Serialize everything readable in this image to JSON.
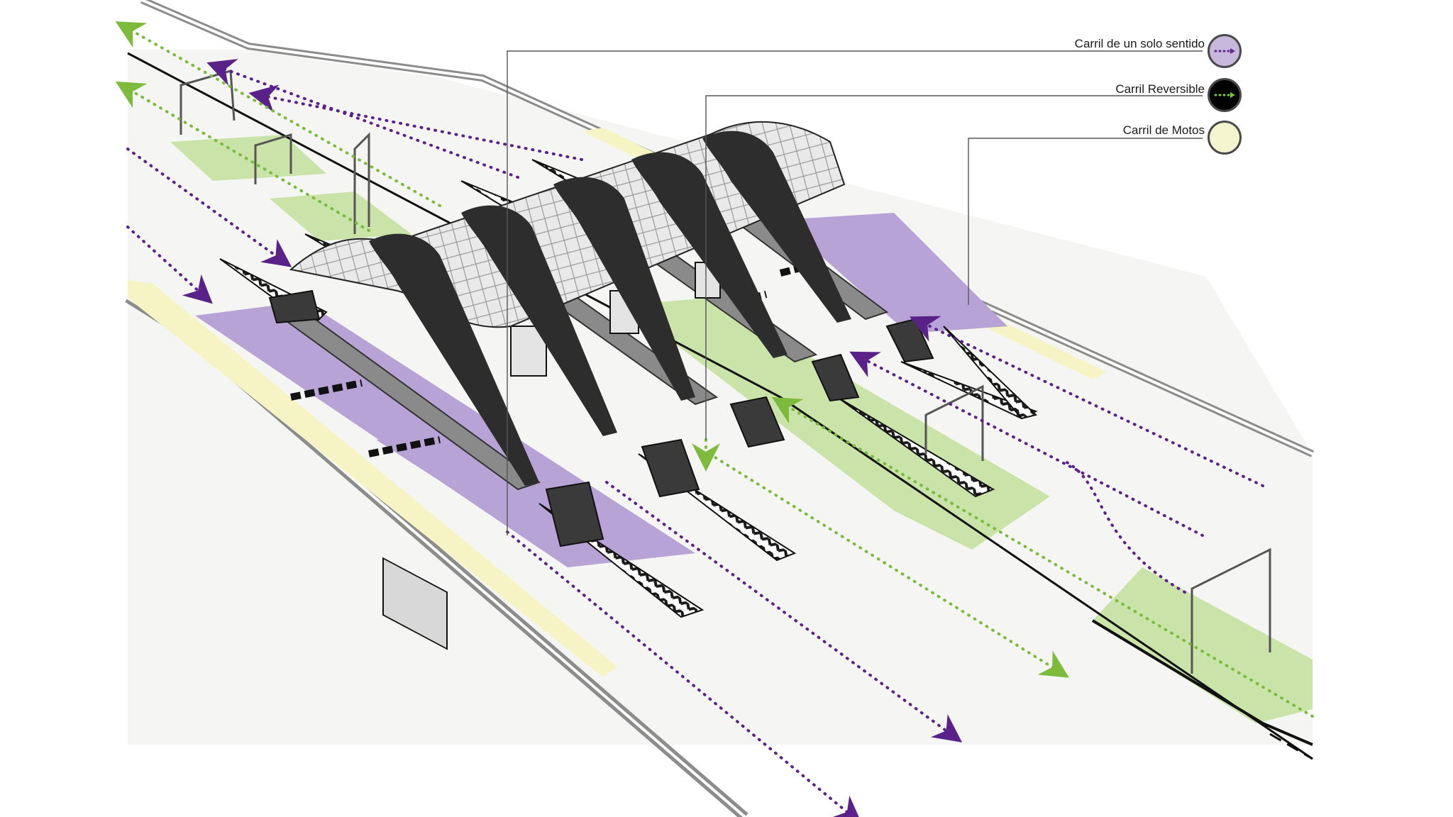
{
  "legend": {
    "items": [
      {
        "label": "Carril de un solo sentido",
        "fill": "#c9b8dd",
        "dot_color": "#5a2a8a",
        "icon": "purple-dotted-arrow-icon"
      },
      {
        "label": "Carril Reversible",
        "fill": "#000000",
        "dot_color": "#7cc242",
        "icon": "green-dotted-arrow-icon"
      },
      {
        "label": "Carril de Motos",
        "fill": "#f4f5cf",
        "dot_color": "",
        "icon": ""
      }
    ]
  },
  "colors": {
    "one_way_lane": "#b8a3d6",
    "one_way_arrow": "#5a2189",
    "reversible_lane": "#c9e3a8",
    "reversible_arrow": "#7dbb3c",
    "moto_lane": "#f6f4c4",
    "canopy_dark": "#2d2d2d",
    "road_edge": "#8c8c8c",
    "pavement": "#f5f6f3"
  }
}
